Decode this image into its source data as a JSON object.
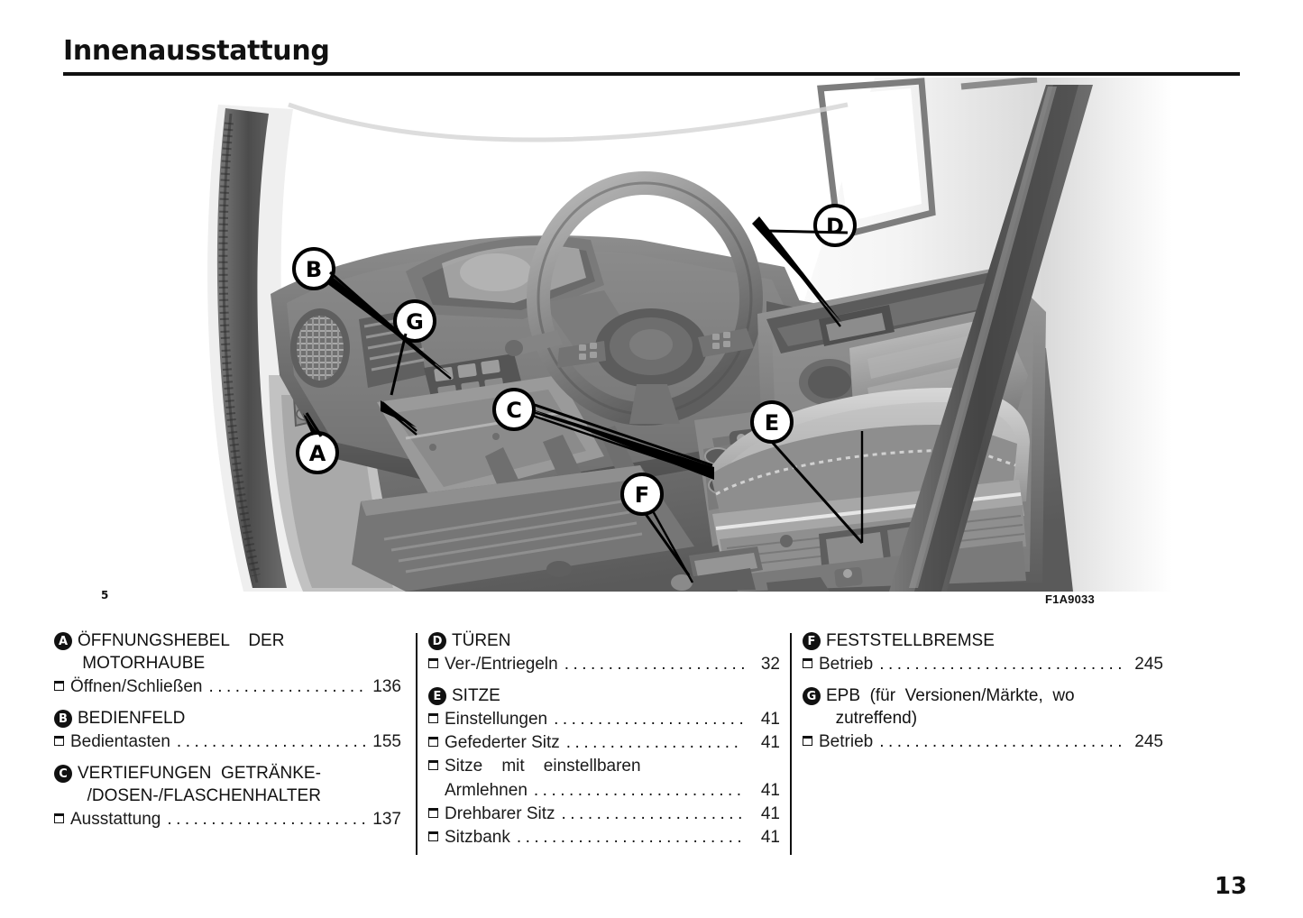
{
  "header": {
    "title": "Innenausstattung"
  },
  "figure": {
    "number": "5",
    "code": "F1A9033",
    "alt": "Innenraum-Übersicht Fahrerhaus mit Beschriftungen A bis G",
    "callouts": [
      {
        "id": "A",
        "label": "A"
      },
      {
        "id": "B",
        "label": "B"
      },
      {
        "id": "C",
        "label": "C"
      },
      {
        "id": "D",
        "label": "D"
      },
      {
        "id": "E",
        "label": "E"
      },
      {
        "id": "F",
        "label": "F"
      },
      {
        "id": "G",
        "label": "G"
      }
    ]
  },
  "legend": {
    "columns": [
      {
        "groups": [
          {
            "badge": "A",
            "title": "ÖFFNUNGSHEBEL    DER\n MOTORHAUBE",
            "justify": true,
            "entries": [
              {
                "label": "Öffnen/Schließen",
                "page": "136",
                "bullet": true,
                "dots": true
              }
            ]
          },
          {
            "badge": "B",
            "title": "BEDIENFELD",
            "justify": false,
            "entries": [
              {
                "label": "Bedientasten",
                "page": "155",
                "bullet": true,
                "dots": true
              }
            ]
          },
          {
            "badge": "C",
            "title": "VERTIEFUNGEN  GETRÄNKE-\n  /DOSEN-/FLASCHENHALTER",
            "justify": true,
            "entries": [
              {
                "label": "Ausstattung",
                "page": "137",
                "bullet": true,
                "dots": true
              }
            ]
          }
        ]
      },
      {
        "groups": [
          {
            "badge": "D",
            "title": "TÜREN",
            "justify": false,
            "entries": [
              {
                "label": "Ver-/Entriegeln",
                "page": "32",
                "bullet": true,
                "dots": true
              }
            ]
          },
          {
            "badge": "E",
            "title": "SITZE",
            "justify": false,
            "entries": [
              {
                "label": "Einstellungen",
                "page": "41",
                "bullet": true,
                "dots": true
              },
              {
                "label": "Gefederter Sitz",
                "page": "41",
                "bullet": true,
                "dots": true
              },
              {
                "label": "Sitze    mit    einstellbaren",
                "page": "",
                "bullet": true,
                "dots": false
              },
              {
                "label": "Armlehnen",
                "page": "41",
                "bullet": false,
                "dots": true
              },
              {
                "label": "Drehbarer Sitz",
                "page": "41",
                "bullet": true,
                "dots": true
              },
              {
                "label": "Sitzbank",
                "page": "41",
                "bullet": true,
                "dots": true
              }
            ]
          }
        ]
      },
      {
        "groups": [
          {
            "badge": "F",
            "title": "FESTSTELLBREMSE",
            "justify": false,
            "entries": [
              {
                "label": "Betrieb",
                "page": "245",
                "bullet": true,
                "dots": true
              }
            ]
          },
          {
            "badge": "G",
            "title": "EPB  (für  Versionen/Märkte,  wo\n  zutreffend)",
            "justify": true,
            "entries": [
              {
                "label": "Betrieb",
                "page": "245",
                "bullet": true,
                "dots": true
              }
            ]
          }
        ]
      }
    ]
  },
  "footer": {
    "page_number": "13"
  },
  "colors": {
    "ink": "#111111",
    "paper": "#ffffff",
    "badge_bg": "#111111",
    "badge_fg": "#ffffff"
  }
}
